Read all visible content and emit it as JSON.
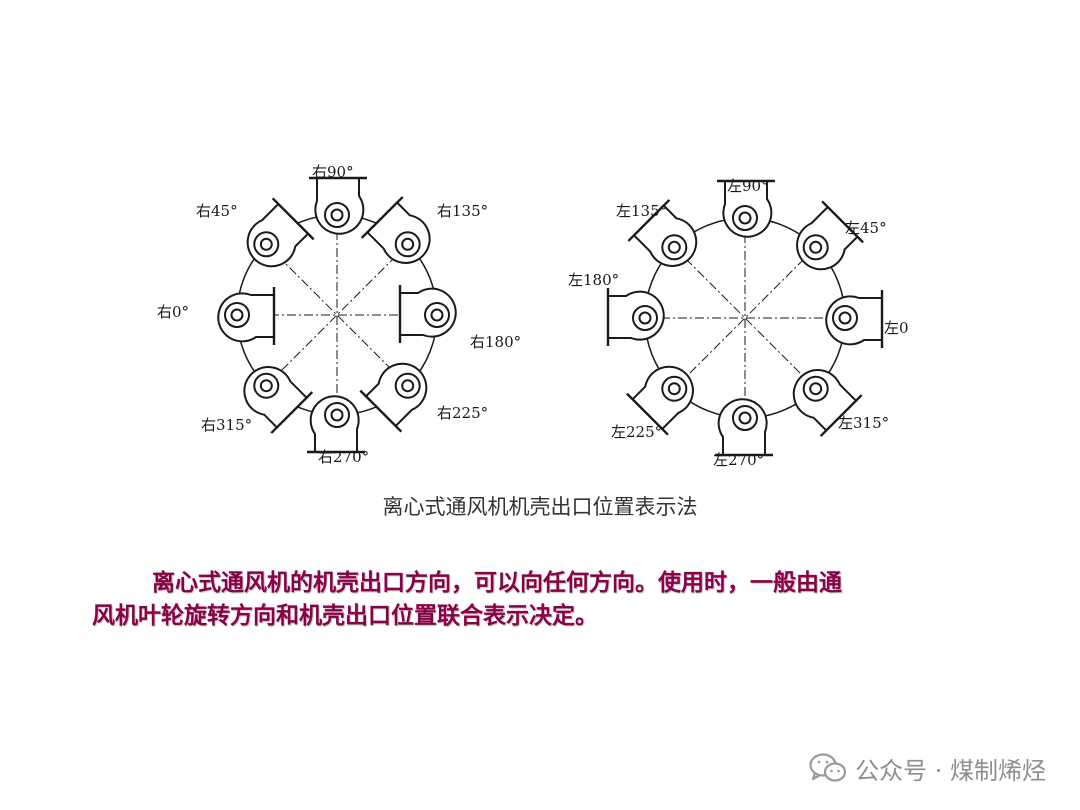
{
  "diagram_right": {
    "labels": {
      "r90": "右90°",
      "r45": "右45°",
      "r135": "右135°",
      "r0": "右0°",
      "r180": "右180°",
      "r315": "右315°",
      "r225": "右225°",
      "r270": "右270°"
    }
  },
  "diagram_left": {
    "labels": {
      "l90": "左90°",
      "l135": "左135°",
      "l45": "左45°",
      "l180": "左180°",
      "l0": "左0",
      "l225": "左225°",
      "l315": "左315°",
      "l270": "左270°"
    }
  },
  "caption": "离心式通风机机壳出口位置表示法",
  "paragraph": {
    "line1": "离心式通风机的机壳出口方向，可以向任何方向。使用时，一般由通",
    "line2": "风机叶轮旋转方向和机壳出口位置联合表示决定。"
  },
  "watermark": {
    "icon": "wechat-icon",
    "text": "公众号 · 煤制烯烃"
  },
  "colors": {
    "paragraph": "#8b0047",
    "drawing": "#1a1a1a",
    "watermark": "#8e8e8e"
  }
}
